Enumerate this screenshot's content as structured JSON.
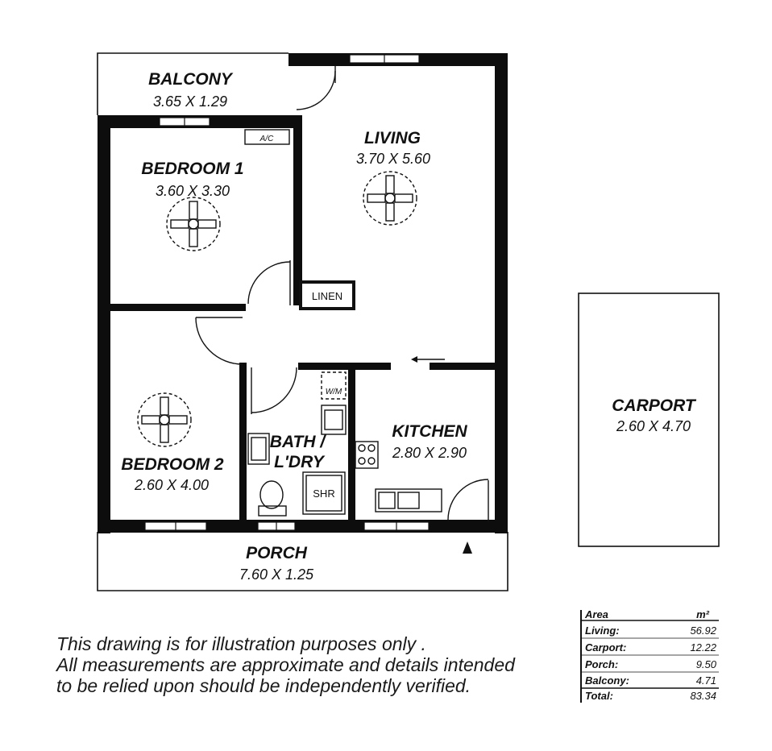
{
  "rooms": {
    "balcony": {
      "name": "BALCONY",
      "dims": "3.65 X 1.29"
    },
    "living": {
      "name": "LIVING",
      "dims": "3.70 X 5.60"
    },
    "bedroom1": {
      "name": "BEDROOM 1",
      "dims": "3.60 X 3.30"
    },
    "bedroom2": {
      "name": "BEDROOM 2",
      "dims": "2.60 X 4.00"
    },
    "bath": {
      "name_line1": "BATH /",
      "name_line2": "L'DRY"
    },
    "kitchen": {
      "name": "KITCHEN",
      "dims": "2.80 X 2.90"
    },
    "porch": {
      "name": "PORCH",
      "dims": "7.60 X 1.25"
    },
    "carport": {
      "name": "CARPORT",
      "dims": "2.60 X 4.70"
    }
  },
  "fixtures": {
    "ac": "A/C",
    "linen": "LINEN",
    "washing_machine": "W/M",
    "shower": "SHR"
  },
  "area_table": {
    "header_label": "Area",
    "header_unit": "m²",
    "rows": [
      {
        "label": "Living:",
        "value": "56.92"
      },
      {
        "label": "Carport:",
        "value": "12.22"
      },
      {
        "label": "Porch:",
        "value": "9.50"
      },
      {
        "label": "Balcony:",
        "value": "4.71"
      }
    ],
    "total": {
      "label": "Total:",
      "value": "83.34"
    }
  },
  "disclaimer": {
    "line1": "This drawing is for illustration purposes only .",
    "line2": "All measurements are approximate and details intended",
    "line3": "to be relied upon should be independently verified."
  }
}
